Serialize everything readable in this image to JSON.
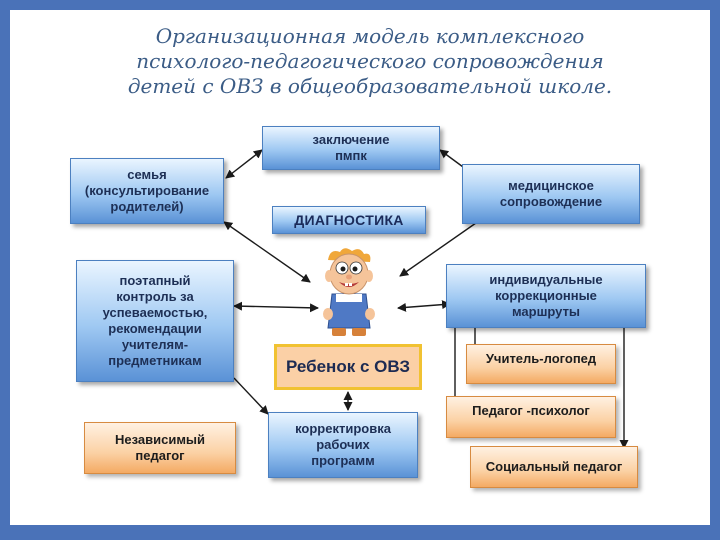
{
  "title": {
    "line1": "Организационная модель комплексного",
    "line2": "психолого-педагогического сопровождения",
    "line3": "детей с ОВЗ в общеобразовательной школе."
  },
  "nodes": {
    "pmpk": [
      "заключение",
      "пмпк"
    ],
    "family": [
      "семья",
      "(консультирование",
      "родителей)"
    ],
    "medical": [
      "медицинское",
      "сопровождение"
    ],
    "diagnostics": [
      "ДИАГНОСТИКА"
    ],
    "control": [
      "поэтапный",
      "контроль за",
      "успеваемостью,",
      "рекомендации",
      "учителям-",
      "предметникам"
    ],
    "routes": [
      "индивидуальные",
      "коррекционные",
      "маршруты"
    ],
    "child": [
      "Ребенок  с ОВЗ"
    ],
    "speech": [
      "Учитель-логопед"
    ],
    "psych": [
      "Педагог -психолог"
    ],
    "social": [
      "Социальный педагог"
    ],
    "independent": [
      "Независимый",
      "педагог"
    ],
    "correction": [
      "корректировка",
      "рабочих",
      "программ"
    ]
  },
  "colors": {
    "background": "#4a72b8",
    "title": "#3b5c86",
    "arrow": "#1b1b1b",
    "child_border": "#f1c232"
  },
  "icons": [
    "boy-figure-icon"
  ]
}
